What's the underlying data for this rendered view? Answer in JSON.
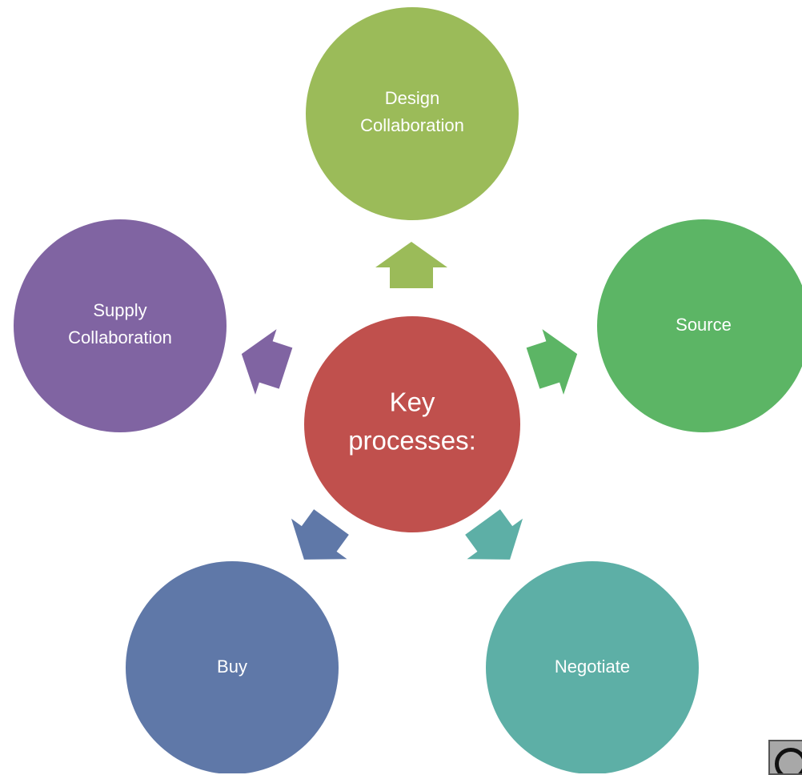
{
  "center": {
    "line1": "Key",
    "line2": "processes:",
    "color": "#C0504D"
  },
  "nodes": {
    "design": {
      "line1": "Design",
      "line2": "Collaboration",
      "color": "#9BBB59"
    },
    "source": {
      "line1": "Source",
      "color": "#5CB565"
    },
    "negotiate": {
      "line1": "Negotiate",
      "color": "#5DAFA6"
    },
    "buy": {
      "line1": "Buy",
      "color": "#5F78A8"
    },
    "supply": {
      "line1": "Supply",
      "line2": "Collaboration",
      "color": "#8064A2"
    }
  },
  "arrow_colors": {
    "up": "#9BBB59",
    "upper_right": "#5CB565",
    "lower_right": "#5DAFA6",
    "lower_left": "#5F78A8",
    "upper_left": "#8064A2"
  },
  "badge_icon": "creative-commons-icon"
}
